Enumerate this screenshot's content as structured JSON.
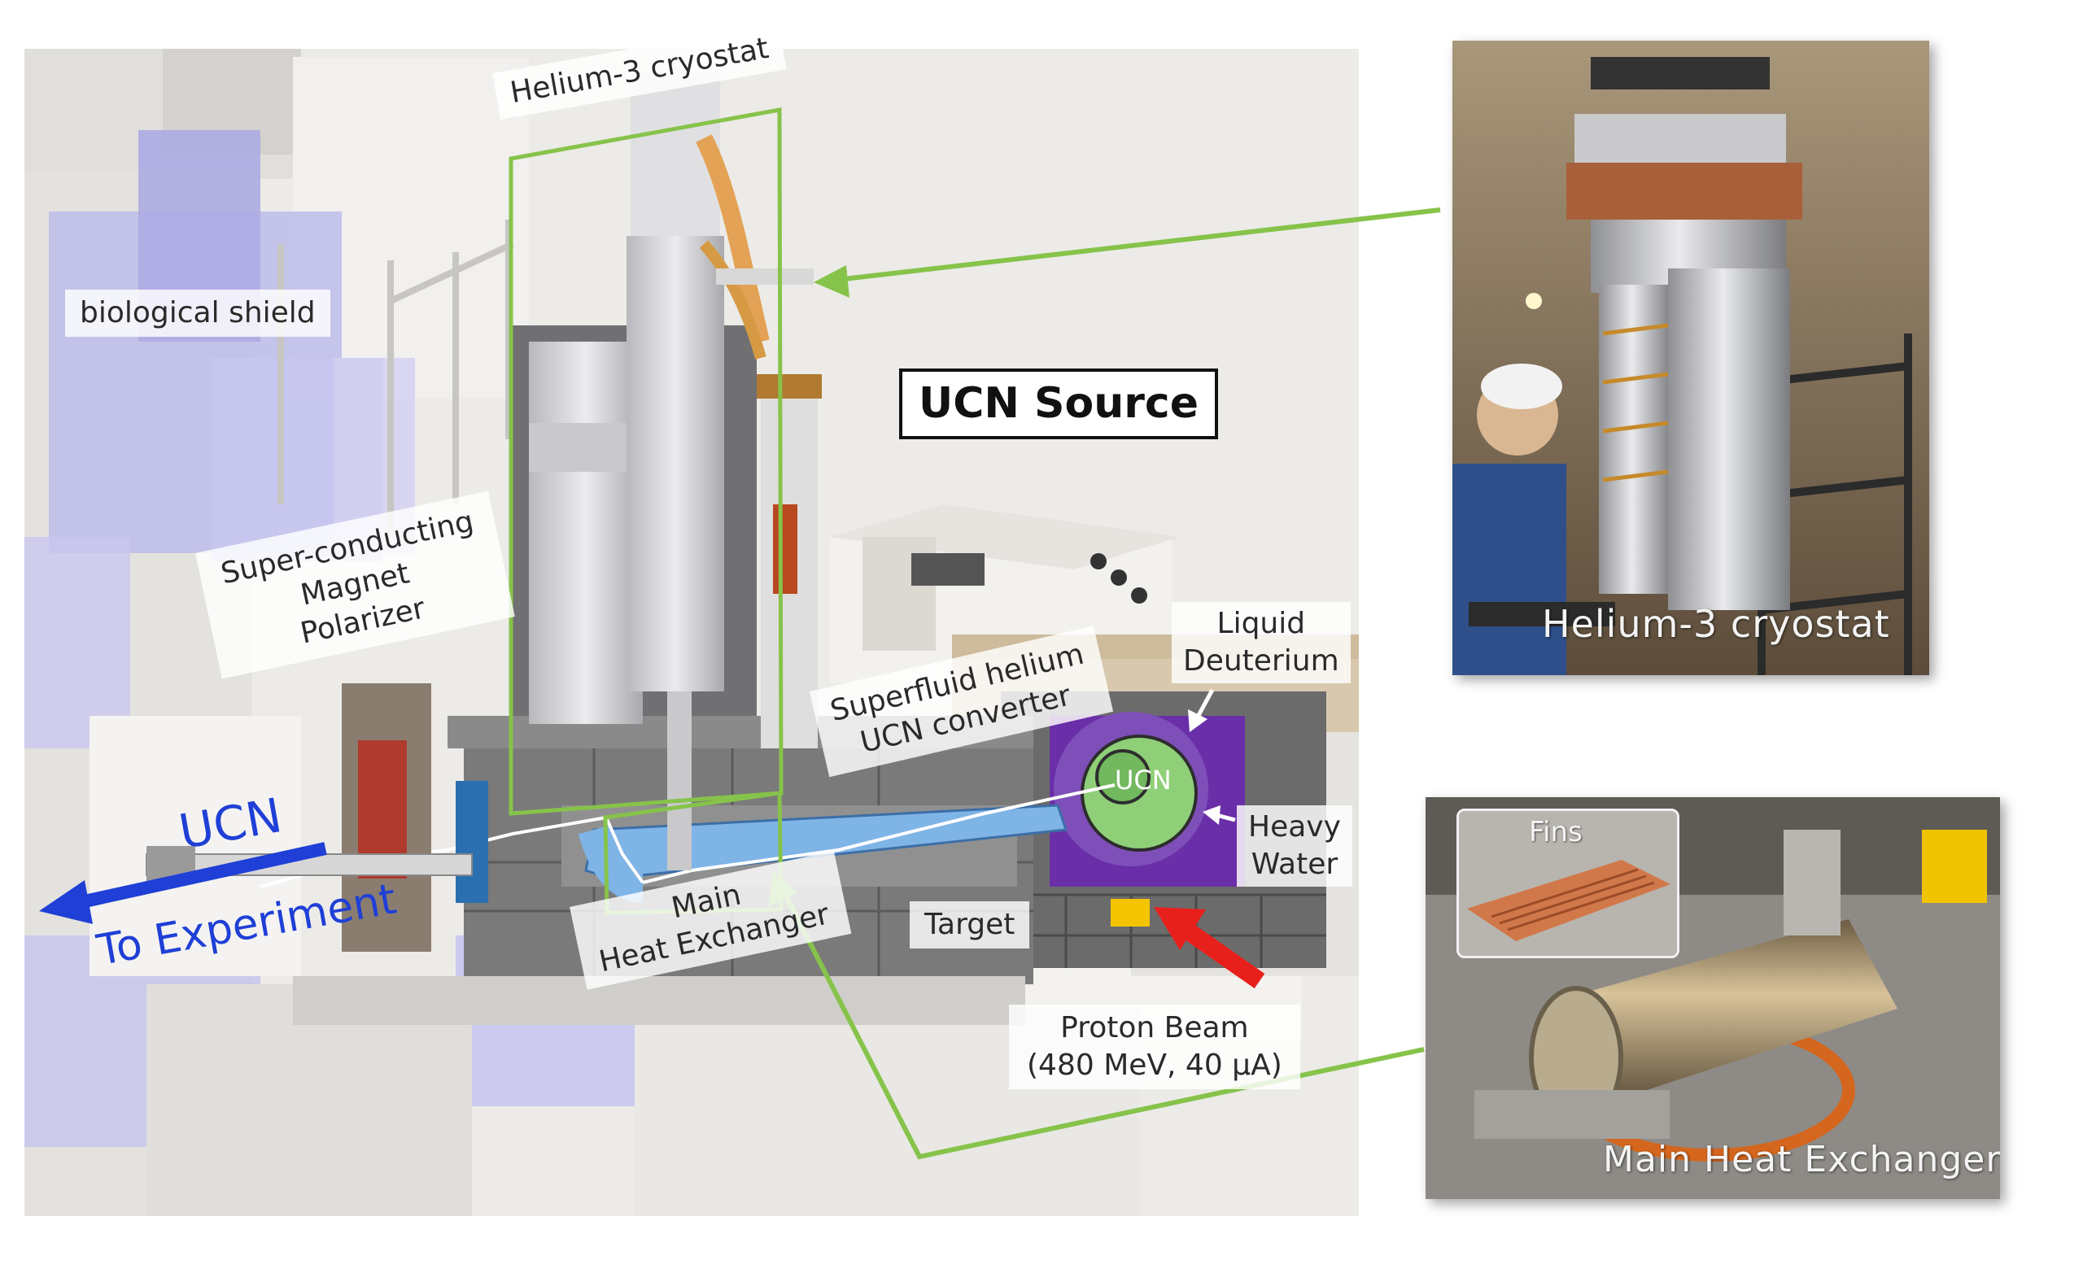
{
  "title": "UCN Source",
  "labels": {
    "helium_cryostat": "Helium-3 cryostat",
    "biological_shield": "biological shield",
    "sc_magnet": [
      "Super-conducting",
      "Magnet",
      "Polarizer"
    ],
    "liquid_deuterium": [
      "Liquid",
      "Deuterium"
    ],
    "superfluid": [
      "Superfluid helium",
      "UCN converter"
    ],
    "ucn_small": "UCN",
    "heavy_water": [
      "Heavy",
      "Water"
    ],
    "target": "Target",
    "main_hx": [
      "Main",
      "Heat Exchanger"
    ],
    "proton_beam": [
      "Proton Beam",
      "(480 MeV, 40 μA)"
    ],
    "ucn_big": "UCN",
    "to_experiment": "To Experiment"
  },
  "photos": {
    "cryostat_caption": "Helium-3 cryostat",
    "hx_caption": "Main Heat Exchanger",
    "fins_label": "Fins"
  },
  "colors": {
    "callout_green": "#86c34a",
    "ucn_blue": "#1f3fd6",
    "proton_red": "#e8201c",
    "superfluid_blue": "#7fb4e6",
    "deuterium_green": "#8fcf78",
    "heavy_water_purple": "#6a2fa8",
    "target_yellow": "#f5c400"
  }
}
